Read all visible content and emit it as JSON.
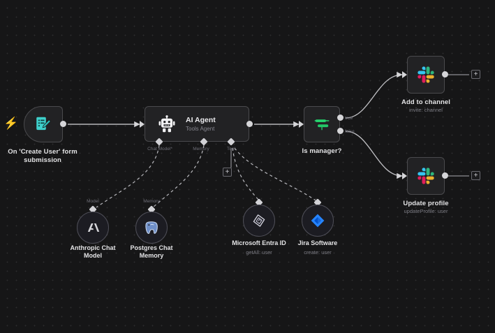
{
  "canvas": {
    "background_color": "#161617",
    "grid_dot_color": "#2c2c2e"
  },
  "nodes": {
    "trigger": {
      "label_line1": "On 'Create User' form",
      "label_line2": "submission",
      "icon": "form-pencil-icon",
      "icon_color": "#35c8c3",
      "bolt_icon": "lightning-bolt-icon",
      "bolt_color": "#e0564a"
    },
    "ai_agent": {
      "title": "AI Agent",
      "subtitle": "Tools Agent",
      "icon": "robot-icon",
      "connectors": [
        {
          "label": "Chat Model*"
        },
        {
          "label": "Memory"
        },
        {
          "label": "Tool"
        }
      ]
    },
    "if_node": {
      "label": "Is manager?",
      "icon": "filter-switch-icon",
      "icon_color": "#20c464",
      "outputs": [
        {
          "label": "true"
        },
        {
          "label": "false"
        }
      ]
    },
    "slack_add": {
      "label": "Add to channel",
      "subtitle": "invite: channel",
      "icon": "slack-icon"
    },
    "slack_update": {
      "label": "Update profile",
      "subtitle": "updateProfile: user",
      "icon": "slack-icon"
    }
  },
  "subnodes": [
    {
      "id": "anthropic",
      "connector_label": "Model",
      "label_line1": "Anthropic Chat",
      "label_line2": "Model",
      "subtitle": "",
      "icon": "anthropic-icon"
    },
    {
      "id": "postgres",
      "connector_label": "Memory",
      "label_line1": "Postgres Chat",
      "label_line2": "Memory",
      "subtitle": "",
      "icon": "postgres-elephant-icon"
    },
    {
      "id": "entra",
      "connector_label": "",
      "label_line1": "Microsoft Entra ID",
      "label_line2": "",
      "subtitle": "getAll: user",
      "icon": "microsoft-entra-id-icon"
    },
    {
      "id": "jira",
      "connector_label": "",
      "label_line1": "Jira Software",
      "label_line2": "",
      "subtitle": "create: user",
      "icon": "jira-icon"
    }
  ],
  "buttons": {
    "add_tool_plus": "+",
    "add_after_slack_add_plus": "+",
    "add_after_slack_update_plus": "+"
  }
}
